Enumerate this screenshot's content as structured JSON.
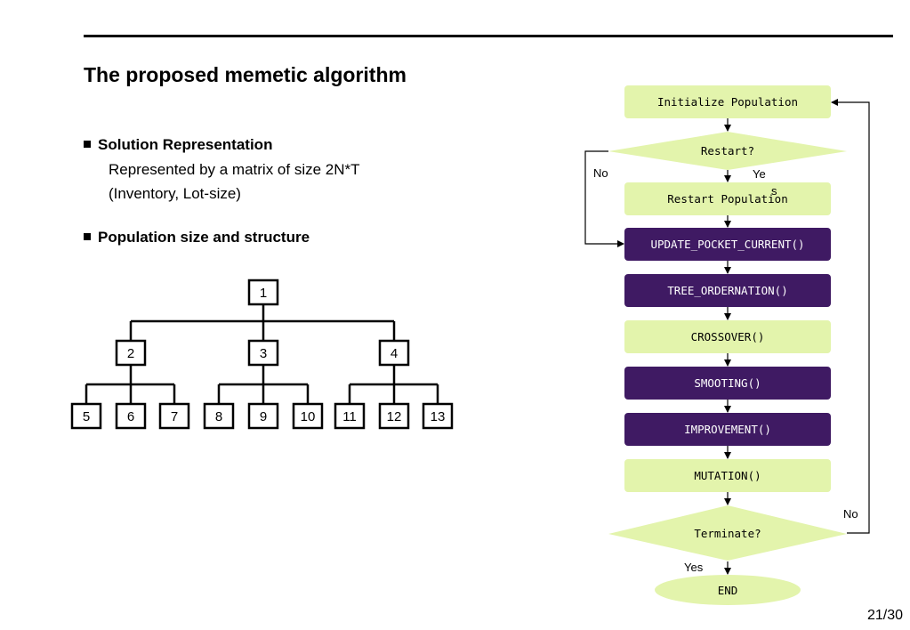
{
  "slide": {
    "title": "The proposed memetic algorithm",
    "bullet1": {
      "heading": "Solution Representation",
      "line1": "Represented by a matrix of size 2N*T",
      "line2": "(Inventory, Lot-size)"
    },
    "bullet2": {
      "heading": "Population size and structure"
    },
    "page": "21/30"
  },
  "tree": {
    "root": "1",
    "level2": [
      "2",
      "3",
      "4"
    ],
    "leaves": [
      "5",
      "6",
      "7",
      "8",
      "9",
      "10",
      "11",
      "12",
      "13"
    ]
  },
  "flowchart": {
    "colors": {
      "light": "#e3f4ac",
      "dark": "#3f1a63",
      "line": "#000000"
    },
    "nodes": {
      "init": "Initialize Population",
      "restart_q": "Restart?",
      "restart_pop": "Restart Population",
      "update": "UPDATE_POCKET_CURRENT()",
      "tree_ord": "TREE_ORDERNATION()",
      "crossover": "CROSSOVER()",
      "smoothing": "SMOOTING()",
      "improvement": "IMPROVEMENT()",
      "mutation": "MUTATION()",
      "terminate_q": "Terminate?",
      "end": "END"
    },
    "labels": {
      "restart_no": "No",
      "restart_yes_a": "Ye",
      "restart_yes_b": "s",
      "terminate_no": "No",
      "terminate_yes": "Yes"
    }
  }
}
